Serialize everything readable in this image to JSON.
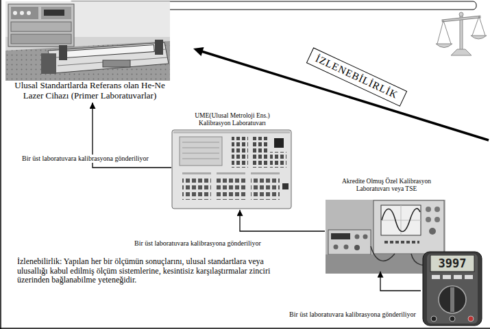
{
  "diagram": {
    "nodes": [
      {
        "text": [
          "Ulusal Standartlarda Referans olan He-Ne Lazer Cihazı (Primer Laboratuvarlar)"
        ]
      },
      {
        "text": [
          "UME(Ulusal Metroloji Ens.) Kalibrasyon Laboratuvarı"
        ]
      },
      {
        "text": [
          "İZLENEBİLİRLİK"
        ]
      },
      {
        "text": [
          "Akredite Olmuş Özel Kalibrasyon Laboratuvarı veya TSE"
        ]
      },
      {
        "text": [
          "3997"
        ]
      }
    ],
    "edges": [
      {
        "from": 1,
        "to": 0,
        "arrow": "to",
        "label": "Bir üst laboratuvara kalibrasyona gönderiliyor"
      },
      {
        "from": 3,
        "to": 1,
        "arrow": "to",
        "label": "Bir üst laboratuvara kalibrasyona gönderiliyor"
      },
      {
        "from": 4,
        "to": 3,
        "arrow": "to",
        "label": "Bir üst laboratuvara kalibrasyona gönderiliyor"
      }
    ],
    "labels": [
      "İzlenebilirlik: Yapılan her bir ölçümün sonuçlarını, ulusal standartlara veya ulusallığı kabul edilmiş ölçüm sistemlerine, kesintisiz karşılaştırmalar zinciri üzerinden bağlanabilme yeteneğidir."
    ]
  }
}
